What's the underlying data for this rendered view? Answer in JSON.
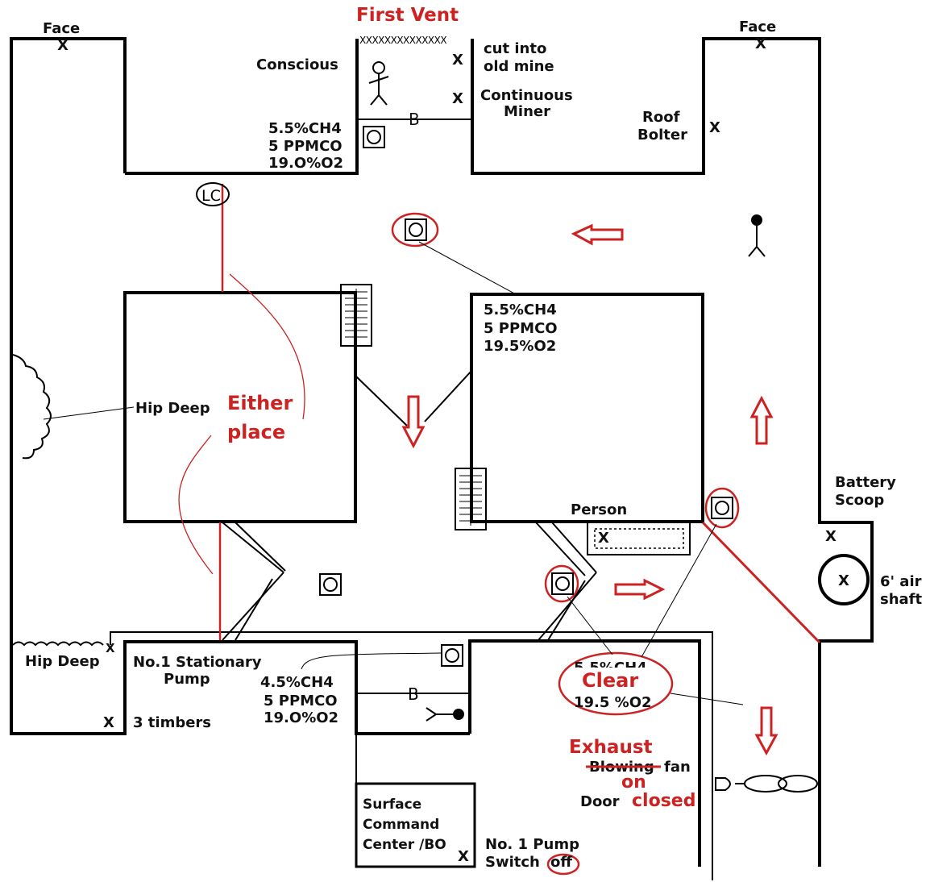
{
  "labels": {
    "face_left": "Face",
    "face_right": "Face",
    "first_vent": "First Vent",
    "first_vent_marks": "XXXXXXXXXXXXXX",
    "conscious": "Conscious",
    "cut_into_1": "cut into",
    "cut_into_2": "old mine",
    "continuous_1": "Continuous",
    "continuous_2": "Miner",
    "roof_1": "Roof",
    "roof_2": "Bolter",
    "gas_top_1": "5.5%CH4",
    "gas_top_2": "5 PPMCO",
    "gas_top_3": "19.O%O2",
    "lc": "LC",
    "gas_mid_1": "5.5%CH4",
    "gas_mid_2": "5 PPMCO",
    "gas_mid_3": "19.5%O2",
    "hip_deep_mid": "Hip Deep",
    "either": "Either",
    "place": "place",
    "battery_1": "Battery",
    "battery_2": "Scoop",
    "person": "Person",
    "air_shaft_1": "6' air",
    "air_shaft_2": "shaft",
    "hip_deep_bottom": "Hip Deep",
    "pump_1": "No.1 Stationary",
    "pump_2": "Pump",
    "gas_low_1": "4.5%CH4",
    "gas_low_2": "5 PPMCO",
    "gas_low_3": "19.O%O2",
    "timbers": "3 timbers",
    "gas_right_1": "5.5%CH4",
    "gas_right_3": "19.5 %O2",
    "clear": "Clear",
    "exhaust": "Exhaust",
    "blowing": "Blowing",
    "fan": "fan",
    "on": "on",
    "door": "Door",
    "closed": "closed",
    "surface_1": "Surface",
    "surface_2": "Command",
    "surface_3": "Center /BO",
    "no1pump_1": "No. 1 Pump",
    "no1pump_2": "Switch",
    "off": "off",
    "b_top": "B",
    "b_low": "B",
    "x": "X"
  },
  "colors": {
    "annotation": "#cc2222",
    "ink": "#000000"
  }
}
